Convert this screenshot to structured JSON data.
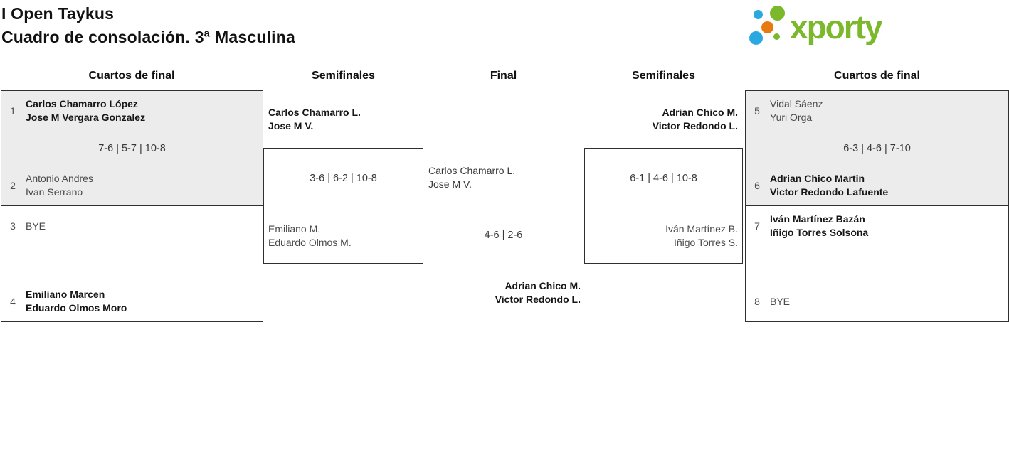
{
  "header": {
    "title": "I Open Taykus",
    "subtitle": "Cuadro de consolación. 3ª Masculina"
  },
  "logo": {
    "brand": "xporty",
    "dots": [
      "blue-small",
      "green-large",
      "orange",
      "green-small",
      "blue-large"
    ]
  },
  "colors": {
    "brand_green": "#7cb82b",
    "brand_blue": "#29a9e0",
    "brand_orange": "#e87a12",
    "box_shaded_bg": "#ececec",
    "box_border": "#2f2f2f",
    "winner_text": "#161616",
    "loser_text": "#4a4a4a"
  },
  "round_headers": {
    "qf_left": "Cuartos de final",
    "sf_left": "Semifinales",
    "final": "Final",
    "sf_right": "Semifinales",
    "qf_right": "Cuartos de final"
  },
  "bracket": {
    "qf1": {
      "seed_top": "1",
      "team_top": {
        "line1": "Carlos Chamarro López",
        "line2": "Jose M Vergara Gonzalez"
      },
      "score": "7-6 | 5-7 | 10-8",
      "seed_bottom": "2",
      "team_bottom": {
        "line1": "Antonio Andres",
        "line2": "Ivan Serrano"
      }
    },
    "qf2": {
      "seed_top": "3",
      "team_top": {
        "line1": "BYE"
      },
      "score": "",
      "seed_bottom": "4",
      "team_bottom": {
        "line1": "Emiliano Marcen",
        "line2": "Eduardo Olmos Moro"
      }
    },
    "sf_left": {
      "winner": {
        "line1": "Carlos Chamarro L.",
        "line2": "Jose M V."
      },
      "score": "3-6 | 6-2 | 10-8",
      "loser": {
        "line1": "Emiliano M.",
        "line2": "Eduardo Olmos M."
      }
    },
    "final": {
      "team_top": {
        "line1": "Carlos Chamarro L.",
        "line2": "Jose M V."
      },
      "score": "4-6 | 2-6",
      "team_bottom": {
        "line1": "Adrian Chico M.",
        "line2": "Victor Redondo L."
      }
    },
    "sf_right": {
      "winner": {
        "line1": "Adrian Chico M.",
        "line2": "Victor Redondo L."
      },
      "score": "6-1 | 4-6 | 10-8",
      "loser": {
        "line1": "Iván Martínez B.",
        "line2": "Iñigo Torres S."
      }
    },
    "qf3": {
      "seed_top": "5",
      "team_top": {
        "line1": "Vidal Sáenz",
        "line2": "Yuri Orga"
      },
      "score": "6-3 | 4-6 | 7-10",
      "seed_bottom": "6",
      "team_bottom": {
        "line1": "Adrian Chico Martin",
        "line2": "Victor Redondo Lafuente"
      }
    },
    "qf4": {
      "seed_top": "7",
      "team_top": {
        "line1": "Iván Martínez Bazán",
        "line2": "Iñigo Torres Solsona"
      },
      "score": "",
      "seed_bottom": "8",
      "team_bottom": {
        "line1": "BYE"
      }
    }
  }
}
